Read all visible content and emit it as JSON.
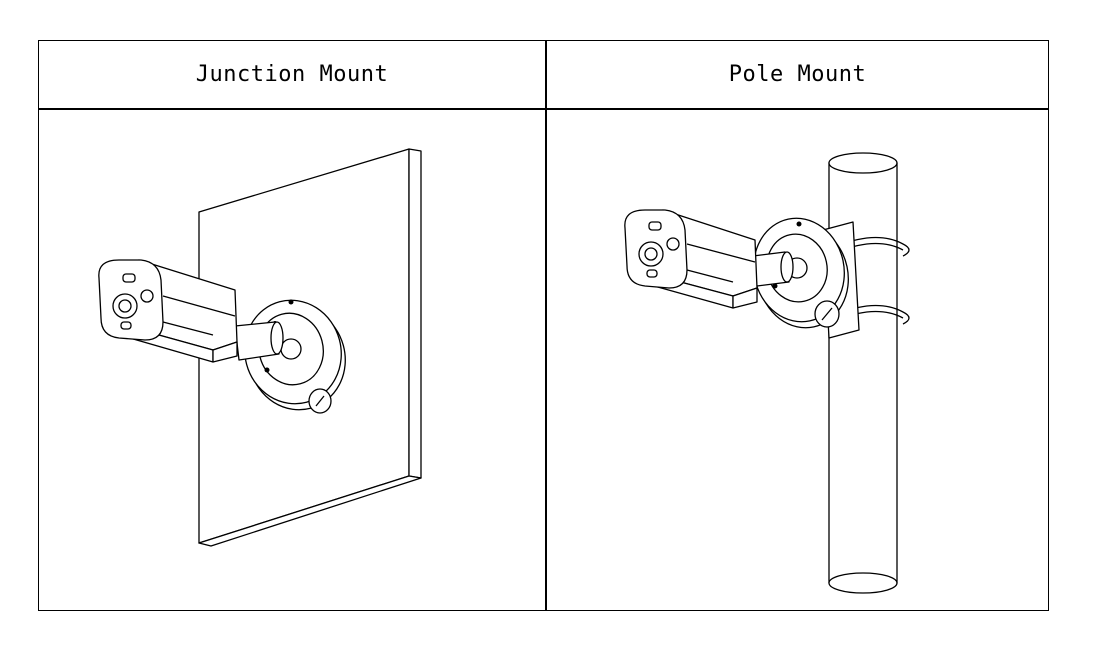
{
  "table": {
    "columns": [
      {
        "header": "Junction Mount",
        "illustration": "camera-on-wall-junction-box"
      },
      {
        "header": "Pole Mount",
        "illustration": "camera-on-pole-with-clamp"
      }
    ]
  },
  "colors": {
    "line": "#000000",
    "background": "#ffffff"
  }
}
